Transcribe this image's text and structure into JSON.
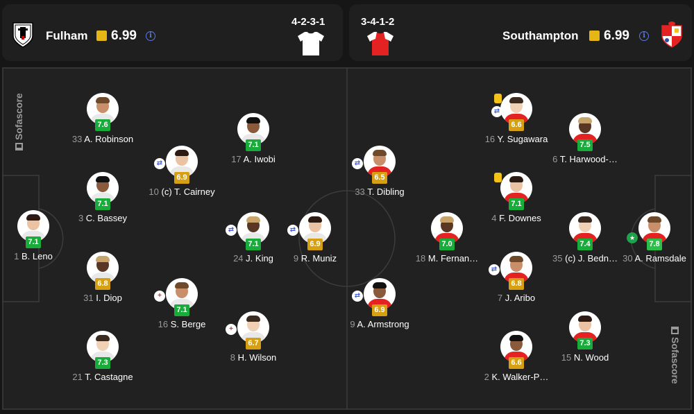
{
  "home": {
    "name": "Fulham",
    "rating": "6.99",
    "formation": "4-2-3-1",
    "colors": {
      "kit": "#ffffff",
      "accent": "#000000"
    }
  },
  "away": {
    "name": "Southampton",
    "rating": "6.99",
    "formation": "3-4-1-2",
    "colors": {
      "kit": "#e32221",
      "accent": "#ffffff"
    }
  },
  "watermark": "Sofascore",
  "players": [
    {
      "id": "leno",
      "num": "1",
      "name": "B. Leno",
      "rating": "7.1",
      "rating_color": "green",
      "badges": []
    },
    {
      "id": "robinson",
      "num": "33",
      "name": "A. Robinson",
      "rating": "7.6",
      "rating_color": "green",
      "badges": []
    },
    {
      "id": "bassey",
      "num": "3",
      "name": "C. Bassey",
      "rating": "7.1",
      "rating_color": "green",
      "badges": []
    },
    {
      "id": "diop",
      "num": "31",
      "name": "I. Diop",
      "rating": "6.8",
      "rating_color": "gold",
      "badges": []
    },
    {
      "id": "castagne",
      "num": "21",
      "name": "T. Castagne",
      "rating": "7.3",
      "rating_color": "green",
      "badges": []
    },
    {
      "id": "cairney",
      "num": "10",
      "name": "(c) T. Cairney",
      "rating": "6.9",
      "rating_color": "gold",
      "badges": [
        "sub"
      ]
    },
    {
      "id": "berge",
      "num": "16",
      "name": "S. Berge",
      "rating": "7.1",
      "rating_color": "green",
      "badges": [
        "goal"
      ]
    },
    {
      "id": "iwobi",
      "num": "17",
      "name": "A. Iwobi",
      "rating": "7.1",
      "rating_color": "green",
      "badges": []
    },
    {
      "id": "king",
      "num": "24",
      "name": "J. King",
      "rating": "7.1",
      "rating_color": "green",
      "badges": [
        "sub"
      ]
    },
    {
      "id": "wilson",
      "num": "8",
      "name": "H. Wilson",
      "rating": "6.7",
      "rating_color": "gold",
      "badges": [
        "goal"
      ]
    },
    {
      "id": "muniz",
      "num": "9",
      "name": "R. Muniz",
      "rating": "6.9",
      "rating_color": "gold",
      "badges": [
        "sub"
      ]
    },
    {
      "id": "dibling",
      "num": "33",
      "name": "T. Dibling",
      "rating": "6.5",
      "rating_color": "gold",
      "badges": [
        "sub"
      ]
    },
    {
      "id": "armstrong",
      "num": "9",
      "name": "A. Armstrong",
      "rating": "6.9",
      "rating_color": "gold",
      "badges": [
        "sub"
      ]
    },
    {
      "id": "fernandes",
      "num": "18",
      "name": "M. Fernan…",
      "rating": "7.0",
      "rating_color": "green",
      "badges": []
    },
    {
      "id": "sugawara",
      "num": "16",
      "name": "Y. Sugawara",
      "rating": "6.6",
      "rating_color": "gold",
      "badges": [
        "yc",
        "sub"
      ]
    },
    {
      "id": "downes",
      "num": "4",
      "name": "F. Downes",
      "rating": "7.1",
      "rating_color": "green",
      "badges": [
        "yc"
      ]
    },
    {
      "id": "aribo",
      "num": "7",
      "name": "J. Aribo",
      "rating": "6.8",
      "rating_color": "gold",
      "badges": [
        "sub"
      ]
    },
    {
      "id": "walkerp",
      "num": "2",
      "name": "K. Walker-P…",
      "rating": "6.6",
      "rating_color": "gold",
      "badges": []
    },
    {
      "id": "harwood",
      "num": "6",
      "name": "T. Harwood-…",
      "rating": "7.5",
      "rating_color": "green",
      "badges": []
    },
    {
      "id": "bednarek",
      "num": "35",
      "name": "(c) J. Bedn…",
      "rating": "7.4",
      "rating_color": "green",
      "badges": []
    },
    {
      "id": "wood",
      "num": "15",
      "name": "N. Wood",
      "rating": "7.3",
      "rating_color": "green",
      "badges": []
    },
    {
      "id": "ramsdale",
      "num": "30",
      "name": "A. Ramsdale",
      "rating": "7.8",
      "rating_color": "lime",
      "badges": [
        "star"
      ]
    }
  ]
}
